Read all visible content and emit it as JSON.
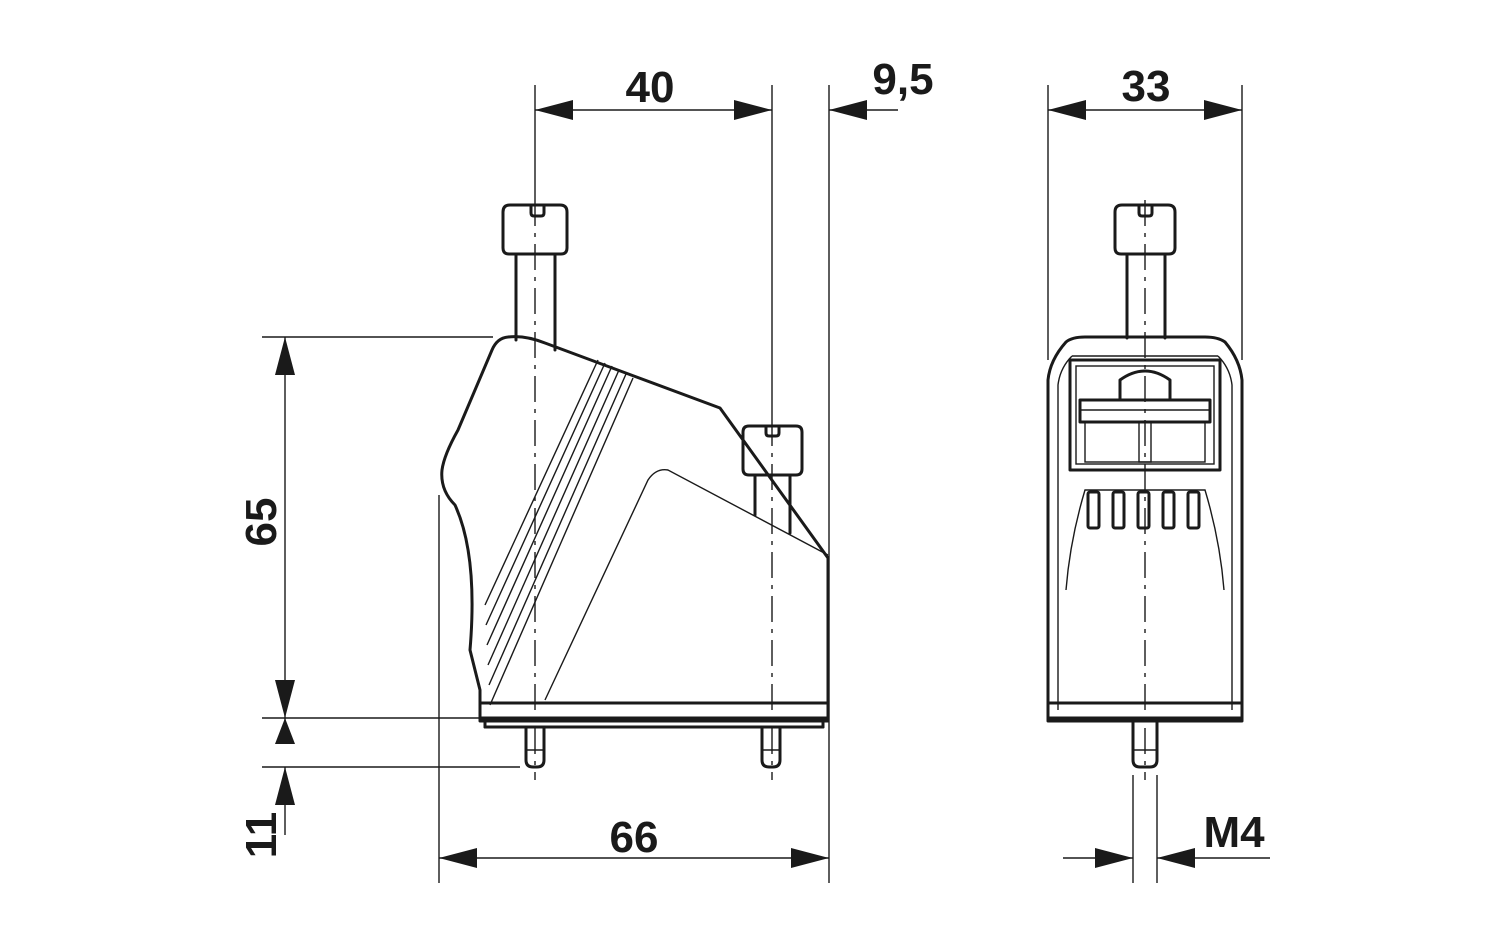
{
  "dimensions": {
    "top_left": "40",
    "top_right": "9,5",
    "front_width": "33",
    "height": "65",
    "pin_length": "11",
    "base_width": "66",
    "thread": "M4"
  },
  "colors": {
    "line": "#1a1a1a",
    "background": "#ffffff"
  }
}
